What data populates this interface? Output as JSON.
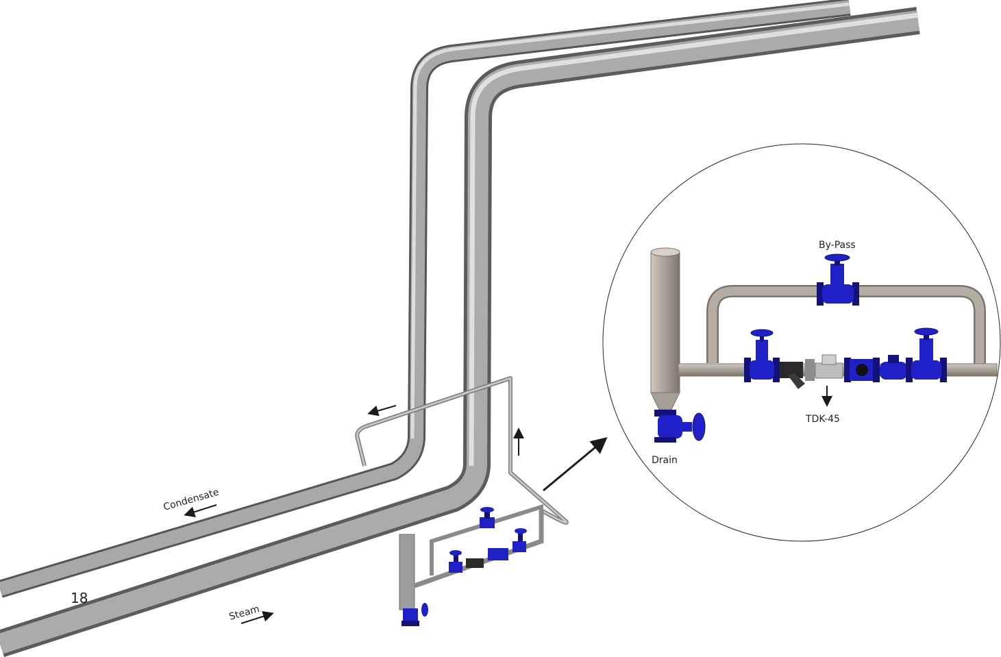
{
  "page_number": "18",
  "labels": {
    "condensate": "Condensate",
    "steam": "Steam",
    "bypass": "By-Pass",
    "drain": "Drain",
    "trap": "TDK-45"
  },
  "colors": {
    "valve": "#2020c8",
    "valve_dark": "#12127a",
    "pipe_light": "#d2d2d2",
    "pipe_mid": "#9a9a9a",
    "pipe_dark": "#5c5c5c",
    "detail_pipe": "#a69f95",
    "arrow": "#1a1a1a"
  }
}
